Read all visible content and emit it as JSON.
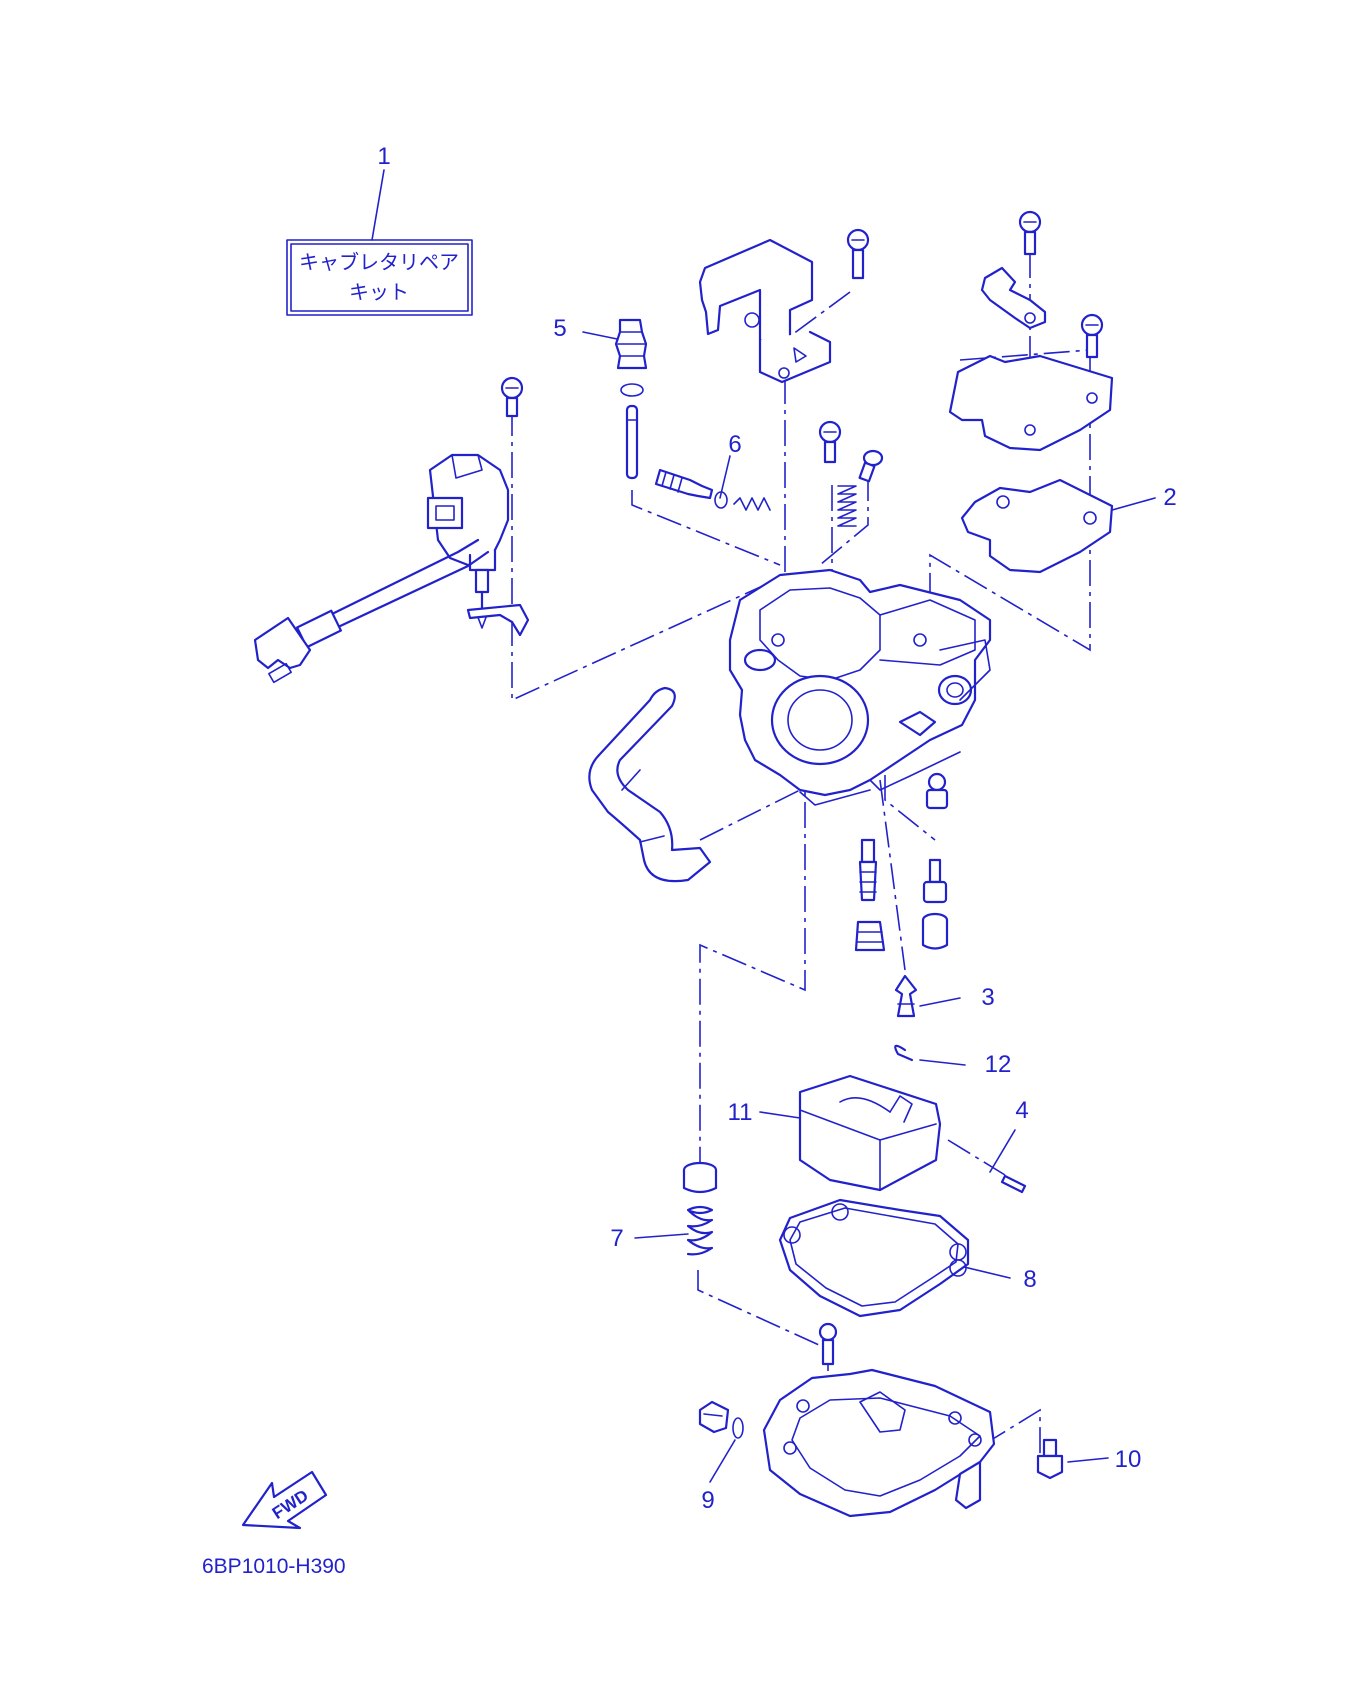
{
  "kit_box": {
    "line1": "キャブレタリペア",
    "line2": "キット"
  },
  "callouts": {
    "c1": "1",
    "c2": "2",
    "c3": "3",
    "c4": "4",
    "c5": "5",
    "c6": "6",
    "c7": "7",
    "c8": "8",
    "c9": "9",
    "c10": "10",
    "c11": "11",
    "c12": "12"
  },
  "fwd_label": "FWD",
  "drawing_code": "6BP1010-H390",
  "colors": {
    "line": "#2222cc",
    "background": "#ffffff"
  }
}
